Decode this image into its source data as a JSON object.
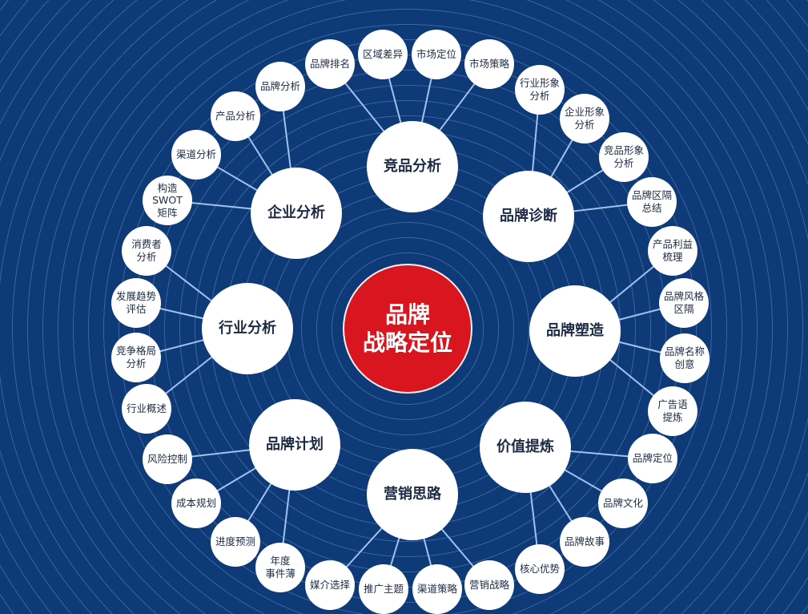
{
  "colors": {
    "background": "#0e3a78",
    "ring": "#5d86c4",
    "connector": "#9fc2ee",
    "center": "#d9151f",
    "node": "#ffffff",
    "text": "#1d2a44"
  },
  "center": {
    "label": "品牌\n战略定位"
  },
  "groups": [
    {
      "label": "竞品分析",
      "children": [
        "品牌排名",
        "区域差异",
        "市场定位",
        "市场策略"
      ]
    },
    {
      "label": "品牌诊断",
      "children": [
        "行业形象\n分析",
        "企业形象\n分析",
        "竞品形象\n分析",
        "品牌区隔\n总结"
      ]
    },
    {
      "label": "品牌塑造",
      "children": [
        "产品利益\n梳理",
        "品牌风格\n区隔",
        "品牌名称\n创意",
        "广告语\n提炼"
      ]
    },
    {
      "label": "价值提炼",
      "children": [
        "品牌定位",
        "品牌文化",
        "品牌故事",
        "核心优势"
      ]
    },
    {
      "label": "营销思路",
      "children": [
        "营销战略",
        "渠道策略",
        "推广主题",
        "媒介选择"
      ]
    },
    {
      "label": "品牌计划",
      "children": [
        "年度\n事件薄",
        "进度预测",
        "成本规划",
        "风险控制"
      ]
    },
    {
      "label": "行业分析",
      "children": [
        "行业概述",
        "竞争格局\n分析",
        "发展趋势\n评估",
        "消费者\n分析"
      ]
    },
    {
      "label": "企业分析",
      "children": [
        "构造\nSWOT\n矩阵",
        "渠道分析",
        "产品分析",
        "品牌分析"
      ]
    }
  ]
}
